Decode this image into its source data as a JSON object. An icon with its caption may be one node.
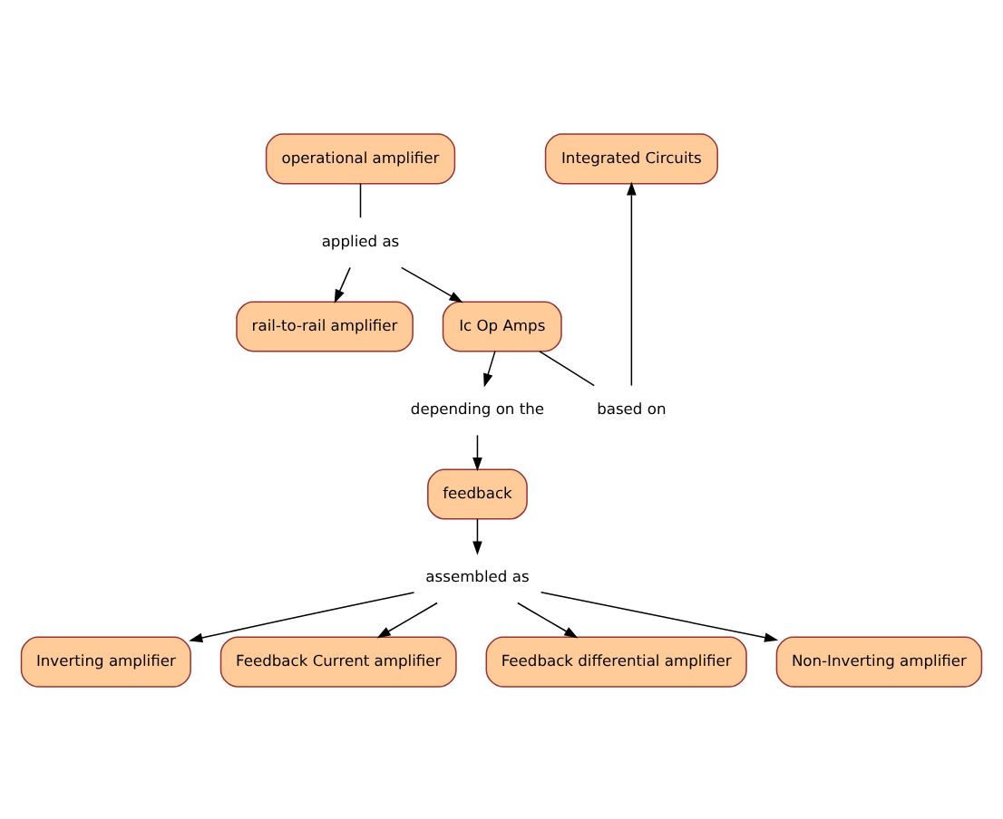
{
  "diagram": {
    "nodes": [
      {
        "text": [
          "operational amplifier"
        ]
      },
      {
        "text": [
          "applied as"
        ]
      },
      {
        "text": [
          "rail-to-rail amplifier"
        ]
      },
      {
        "text": [
          "Ic Op Amps"
        ]
      },
      {
        "text": [
          "based on"
        ]
      },
      {
        "text": [
          "Integrated Circuits"
        ]
      },
      {
        "text": [
          "depending on the"
        ]
      },
      {
        "text": [
          "feedback"
        ]
      },
      {
        "text": [
          "assembled as"
        ]
      },
      {
        "text": [
          "Inverting amplifier"
        ]
      },
      {
        "text": [
          "Feedback Current amplifier"
        ]
      },
      {
        "text": [
          "Feedback differential amplifier"
        ]
      },
      {
        "text": [
          "Non-Inverting amplifier"
        ]
      }
    ],
    "edges": [
      {
        "from": 0,
        "to": 1,
        "arrow": "none"
      },
      {
        "from": 1,
        "to": 2,
        "arrow": "to"
      },
      {
        "from": 1,
        "to": 3,
        "arrow": "to"
      },
      {
        "from": 3,
        "to": 4,
        "arrow": "none"
      },
      {
        "from": 4,
        "to": 5,
        "arrow": "to"
      },
      {
        "from": 3,
        "to": 6,
        "arrow": "to"
      },
      {
        "from": 6,
        "to": 7,
        "arrow": "to"
      },
      {
        "from": 7,
        "to": 8,
        "arrow": "to"
      },
      {
        "from": 8,
        "to": 9,
        "arrow": "to"
      },
      {
        "from": 8,
        "to": 10,
        "arrow": "to"
      },
      {
        "from": 8,
        "to": 11,
        "arrow": "to"
      },
      {
        "from": 8,
        "to": 12,
        "arrow": "to"
      }
    ]
  }
}
